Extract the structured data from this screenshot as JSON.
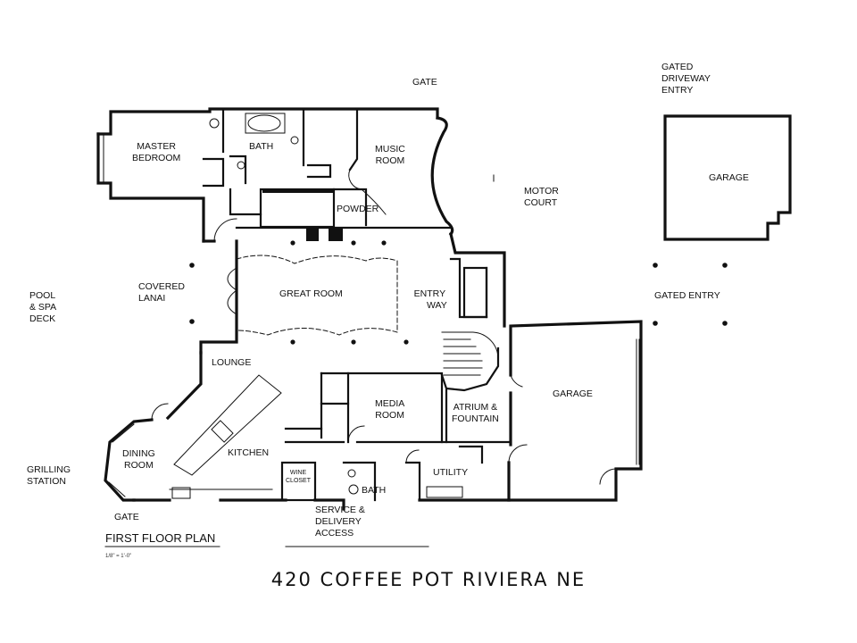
{
  "labels": {
    "gate_top": "GATE",
    "gated_driveway": [
      "GATED",
      "DRIVEWAY",
      "ENTRY"
    ],
    "master_bedroom": [
      "MASTER",
      "BEDROOM"
    ],
    "bath_upper": "BATH",
    "music_room": [
      "MUSIC",
      "ROOM"
    ],
    "powder": "POWDER",
    "motor_court": [
      "MOTOR",
      "COURT"
    ],
    "garage_top": "GARAGE",
    "covered_lanai": [
      "COVERED",
      "LANAI"
    ],
    "pool_spa": [
      "POOL",
      "& SPA",
      "DECK"
    ],
    "great_room": "GREAT ROOM",
    "entry_way": [
      "ENTRY",
      "WAY"
    ],
    "gated_entry": "GATED ENTRY",
    "lounge": "LOUNGE",
    "media_room": [
      "MEDIA",
      "ROOM"
    ],
    "atrium": [
      "ATRIUM &",
      "FOUNTAIN"
    ],
    "garage_bottom": "GARAGE",
    "dining_room": [
      "DINING",
      "ROOM"
    ],
    "kitchen": "KITCHEN",
    "wine_closet": [
      "WINE",
      "CLOSET"
    ],
    "bath_lower": "BATH",
    "utility": "UTILITY",
    "grilling": [
      "GRILLING",
      "STATION"
    ],
    "gate_bottom": "GATE",
    "service": [
      "SERVICE &",
      "DELIVERY",
      "ACCESS"
    ]
  },
  "plan_title": "FIRST FLOOR PLAN",
  "scale_note": "1/8\" = 1'-0\"",
  "address": "420 COFFEE POT RIVIERA NE",
  "colors": {
    "ink": "#111111",
    "background": "#ffffff"
  }
}
